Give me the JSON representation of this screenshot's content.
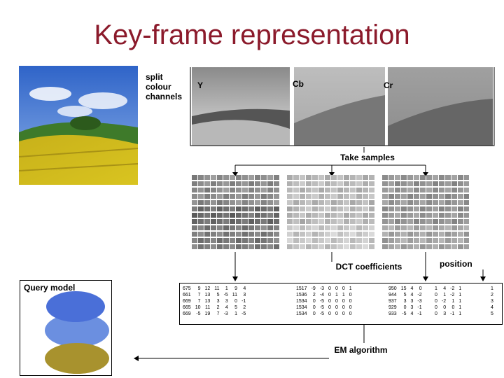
{
  "title": "Key-frame representation",
  "labels": {
    "split": [
      "split",
      "colour",
      "channels"
    ],
    "channel_y": "Y",
    "channel_cb": "Cb",
    "channel_cr": "Cr",
    "take_samples": "Take samples",
    "dct": "DCT coefficients",
    "position": "position",
    "query_model": "Query model",
    "em": "EM algorithm"
  },
  "coefficients": {
    "table1": [
      [
        "675",
        "9",
        "12",
        "11",
        "1",
        "9",
        "4"
      ],
      [
        "661",
        "7",
        "13",
        "5",
        "-5",
        "11",
        "3"
      ],
      [
        "669",
        "7",
        "13",
        "3",
        "3",
        "0",
        "-1"
      ],
      [
        "665",
        "10",
        "11",
        "2",
        "4",
        "5",
        "2"
      ],
      [
        "669",
        "-5",
        "19",
        "7",
        "-3",
        "1",
        "-5"
      ]
    ],
    "table2": [
      [
        "1517",
        "-9",
        "-3",
        "0",
        "0",
        "0",
        "1"
      ],
      [
        "1536",
        "2",
        "-4",
        "0",
        "1",
        "1",
        "0"
      ],
      [
        "1534",
        "0",
        "-5",
        "0",
        "0",
        "0",
        "0"
      ],
      [
        "1534",
        "0",
        "-5",
        "0",
        "0",
        "0",
        "0"
      ],
      [
        "1534",
        "0",
        "-5",
        "0",
        "0",
        "0",
        "0"
      ]
    ],
    "table3": [
      [
        "950",
        "15",
        "4",
        "0"
      ],
      [
        "944",
        "5",
        "4",
        "-2"
      ],
      [
        "937",
        "3",
        "3",
        "-3"
      ],
      [
        "929",
        "0",
        "3",
        "-1"
      ],
      [
        "933",
        "-5",
        "4",
        "-1"
      ]
    ],
    "table4": [
      [
        "1",
        "4",
        "-2",
        "1"
      ],
      [
        "0",
        "1",
        "-2",
        "1"
      ],
      [
        "0",
        "-2",
        "1",
        "1"
      ],
      [
        "0",
        "0",
        "0",
        "1"
      ],
      [
        "0",
        "3",
        "-1",
        "1"
      ]
    ],
    "table5": [
      [
        "1"
      ],
      [
        "2"
      ],
      [
        "3"
      ],
      [
        "4"
      ],
      [
        "5"
      ]
    ]
  },
  "colors": {
    "title": "#8b1a2b",
    "ellipse_top": "#4a6fd8",
    "ellipse_mid": "#6b8fe0",
    "ellipse_bottom": "#a8922e"
  }
}
